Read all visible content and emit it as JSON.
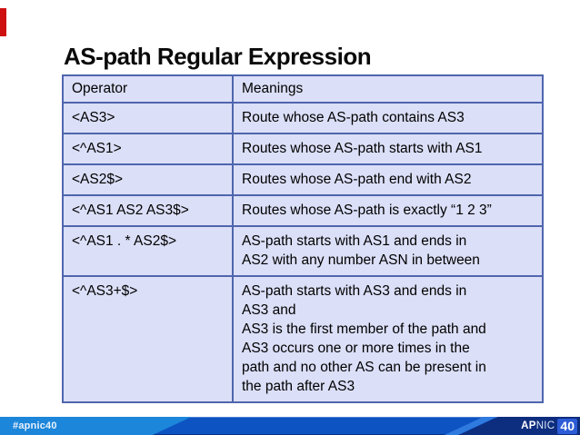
{
  "title": "AS-path Regular Expression",
  "accent_color": "#cf1010",
  "table": {
    "headers": [
      "Operator",
      "Meanings"
    ],
    "rows": [
      {
        "operator": "<AS3>",
        "meaning": "Route whose AS-path contains AS3"
      },
      {
        "operator": "<^AS1>",
        "meaning": "Routes whose AS-path starts with AS1"
      },
      {
        "operator": "<AS2$>",
        "meaning": "Routes whose AS-path end with AS2"
      },
      {
        "operator": "<^AS1 AS2 AS3$>",
        "meaning": "Routes whose AS-path is exactly “1 2 3”"
      },
      {
        "operator": "<^AS1 . * AS2$>",
        "meaning": "AS-path starts with AS1 and ends in\nAS2 with any number ASN in between"
      },
      {
        "operator": "<^AS3+$>",
        "meaning": "AS-path starts with AS3 and ends in\nAS3 and\nAS3 is the first member of the path and\nAS3 occurs one or more times in the\npath and no other AS can be present in\nthe path after AS3"
      }
    ],
    "cell_background": "#dbdff7",
    "border_color": "#4f66ae"
  },
  "footer": {
    "hashtag": "#apnic40",
    "logo": {
      "ap": "AP",
      "nic": "NIC",
      "number": "40"
    },
    "colors": {
      "light_blue": "#1c86da",
      "royal_blue": "#0d53c2",
      "navy": "#0d2d7e",
      "badge_blue": "#2d5cd6"
    }
  }
}
